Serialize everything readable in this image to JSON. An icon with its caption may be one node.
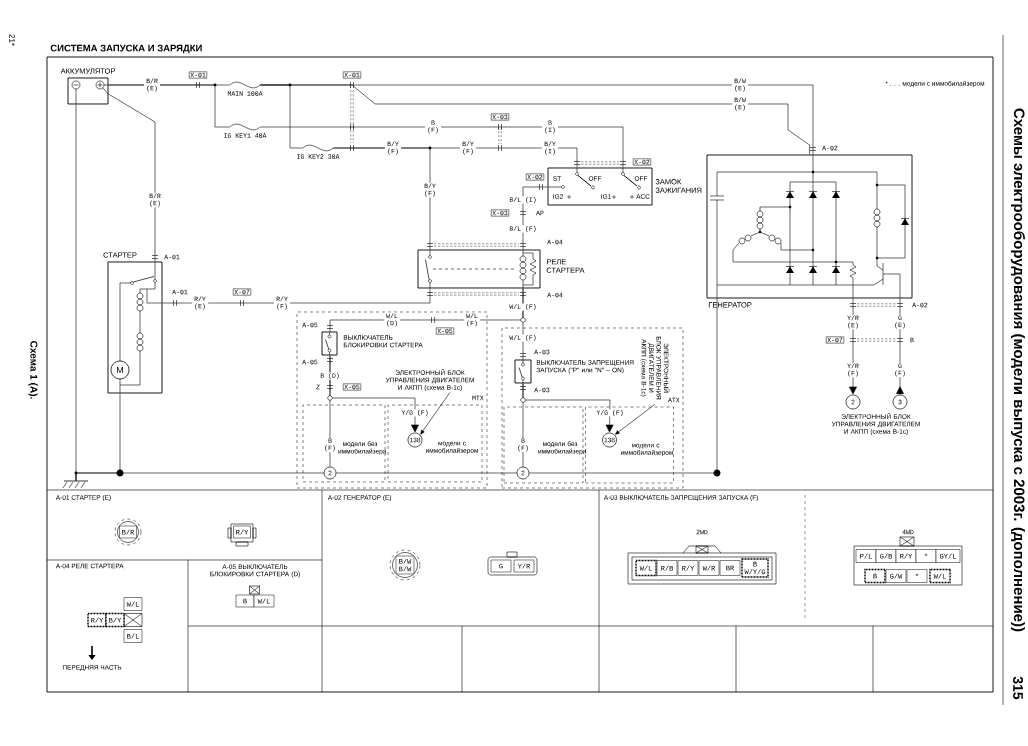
{
  "diagram": {
    "title": "СИСТЕМА ЗАПУСКА И ЗАРЯДКИ",
    "nodes": [
      {
        "text": [
          "АККУМУЛЯТОР"
        ]
      },
      {
        "text": [
          "MAIN 100A"
        ]
      },
      {
        "text": [
          "IG KEY1 40A"
        ]
      },
      {
        "text": [
          "IG KEY2 30A"
        ]
      },
      {
        "text": [
          "ЗАМОК ЗАЖИГАНИЯ",
          "ST",
          "OFF",
          "OFF",
          "IG2",
          "IG1",
          "ACC"
        ]
      },
      {
        "text": [
          "РЕЛЕ СТАРТЕРА"
        ]
      },
      {
        "text": [
          "СТАРТЕР",
          "M"
        ]
      },
      {
        "text": [
          "ГЕНЕРАТОР"
        ]
      },
      {
        "text": [
          "MTX"
        ]
      },
      {
        "text": [
          "ВЫКЛЮЧАТЕЛЬ БЛОКИРОВКИ СТАРТЕРА"
        ],
        "in": 8
      },
      {
        "text": [
          "модели без иммобилайзера"
        ],
        "in": 8
      },
      {
        "text": [
          "модели с иммобилайзером"
        ],
        "in": 8
      },
      {
        "text": [
          "2"
        ],
        "in": 10
      },
      {
        "text": [
          "138"
        ],
        "in": 11
      },
      {
        "text": [
          "ЭЛЕКТРОННЫЙ БЛОК УПРАВЛЕНИЯ ДВИГАТЕЛЕМ И АКПП (схема B-1c)"
        ],
        "in": 8
      },
      {
        "text": [
          "ATX"
        ]
      },
      {
        "text": [
          "ВЫКЛЮЧАТЕЛЬ ЗАПРЕЩЕНИЯ ЗАПУСКА (\"P\" или \"N\" – ON)"
        ],
        "in": 15
      },
      {
        "text": [
          "модели без иммобилайзера"
        ],
        "in": 15
      },
      {
        "text": [
          "модели с иммобилайзером"
        ],
        "in": 15
      },
      {
        "text": [
          "2"
        ],
        "in": 17
      },
      {
        "text": [
          "138"
        ],
        "in": 18
      },
      {
        "text": [
          "ЭЛЕКТРОННЫЙ БЛОК УПРАВЛЕНИЯ ДВИГАТЕЛЕМ И АКПП (схема B-1c)"
        ],
        "in": 15
      },
      {
        "text": [
          "2"
        ]
      },
      {
        "text": [
          "3"
        ]
      },
      {
        "text": [],
        "shape": "ground"
      }
    ],
    "edges": [
      {
        "from": 0,
        "to": 1,
        "arrow": "none",
        "label": "B/R (E)"
      },
      {
        "from": 1,
        "to": 7,
        "arrow": "none",
        "label": "B/W (E)"
      },
      {
        "from": 1,
        "to": 7,
        "arrow": "none",
        "label": "B/W (E)"
      },
      {
        "from": 0,
        "to": 2,
        "arrow": "none"
      },
      {
        "from": 1,
        "to": 3,
        "arrow": "none"
      },
      {
        "from": 2,
        "to": 4,
        "arrow": "none",
        "label": "B (F)"
      },
      {
        "from": 3,
        "to": 4,
        "arrow": "none",
        "label": "B/Y (F)"
      },
      {
        "from": 3,
        "to": 5,
        "arrow": "none",
        "label": "B/Y (F)"
      },
      {
        "from": 4,
        "to": 5,
        "arrow": "none",
        "label": "B/L (I)"
      },
      {
        "from": 5,
        "to": 6,
        "arrow": "none",
        "label": "R/Y (F)"
      },
      {
        "from": 0,
        "to": 6,
        "arrow": "none",
        "label": "B/R (E)"
      },
      {
        "from": 5,
        "to": 9,
        "arrow": "none",
        "label": "W/L (D)"
      },
      {
        "from": 5,
        "to": 16,
        "arrow": "none",
        "label": "W/L (F)"
      },
      {
        "from": 9,
        "to": 12,
        "arrow": "none",
        "label": "B (F)"
      },
      {
        "from": 9,
        "to": 13,
        "arrow": "to",
        "label": "Y/G (F)"
      },
      {
        "from": 14,
        "to": 13,
        "arrow": "to"
      },
      {
        "from": 16,
        "to": 19,
        "arrow": "none",
        "label": "B (F)"
      },
      {
        "from": 16,
        "to": 20,
        "arrow": "to",
        "label": "Y/G (F)"
      },
      {
        "from": 21,
        "to": 20,
        "arrow": "to"
      },
      {
        "from": 7,
        "to": 22,
        "arrow": "to",
        "label": "Y/R (E)"
      },
      {
        "from": 23,
        "to": 7,
        "arrow": "to",
        "label": "G (E)"
      },
      {
        "from": 0,
        "to": 24,
        "arrow": "none"
      },
      {
        "from": 6,
        "to": 24,
        "arrow": "none"
      },
      {
        "from": 12,
        "to": 24,
        "arrow": "none"
      },
      {
        "from": 19,
        "to": 12,
        "arrow": "none"
      },
      {
        "from": 7,
        "to": 19,
        "arrow": "none"
      }
    ],
    "labels": [
      "21*",
      "* . . . модели с иммобилайзером",
      "X-01",
      "X-01",
      "X-03",
      "B (I)",
      "B/Y (F)",
      "B/Y (I)",
      "X-02",
      "X-02",
      "X-03",
      "AP",
      "B/L (F)",
      "A-04",
      "A-02",
      "A-01",
      "A-04",
      "A-01",
      "R/Y (E)",
      "X-07",
      "W/L (F)",
      "W/L (F)",
      "X-05",
      "A-05",
      "A-02",
      "A-05",
      "B (D)",
      "Z",
      "X-05",
      "A-03",
      "A-03",
      "X-07",
      "B",
      "Y/R (F)",
      "G (F)",
      "ЭЛЕКТРОННЫЙ БЛОК УПРАВЛЕНИЯ ДВИГАТЕЛЕМ И АКПП (схема B-1c)",
      "Схема 1 (А).",
      "Схемы электрооборудования (модели выпуска с 2003г. (дополнение))",
      "315",
      "A-01 СТАРТЕР (E)",
      "A-02 ГЕНЕРАТОР (E)",
      "A-03 ВЫКЛЮЧАТЕЛЬ ЗАПРЕЩЕНИЯ ЗАПУСКА (F)",
      "B/R",
      "R/Y",
      "B/W B/W",
      "G",
      "Y/R",
      "2WD",
      "4WD",
      "W/L",
      "R/B",
      "R/Y",
      "W/R",
      "BR",
      "B W/Y/G",
      "P/L",
      "G/B",
      "R/Y",
      "*",
      "GY/L",
      "B",
      "G/W",
      "*",
      "W/L",
      "A-04 РЕЛЕ СТАРТЕРА",
      "A-05 ВЫКЛЮЧАТЕЛЬ БЛОКИРОВКИ СТАРТЕРА (D)",
      "W/L",
      "R/Y",
      "B/Y",
      "B/L",
      "B",
      "W/L",
      "ПЕРЕДНЯЯ ЧАСТЬ"
    ]
  }
}
